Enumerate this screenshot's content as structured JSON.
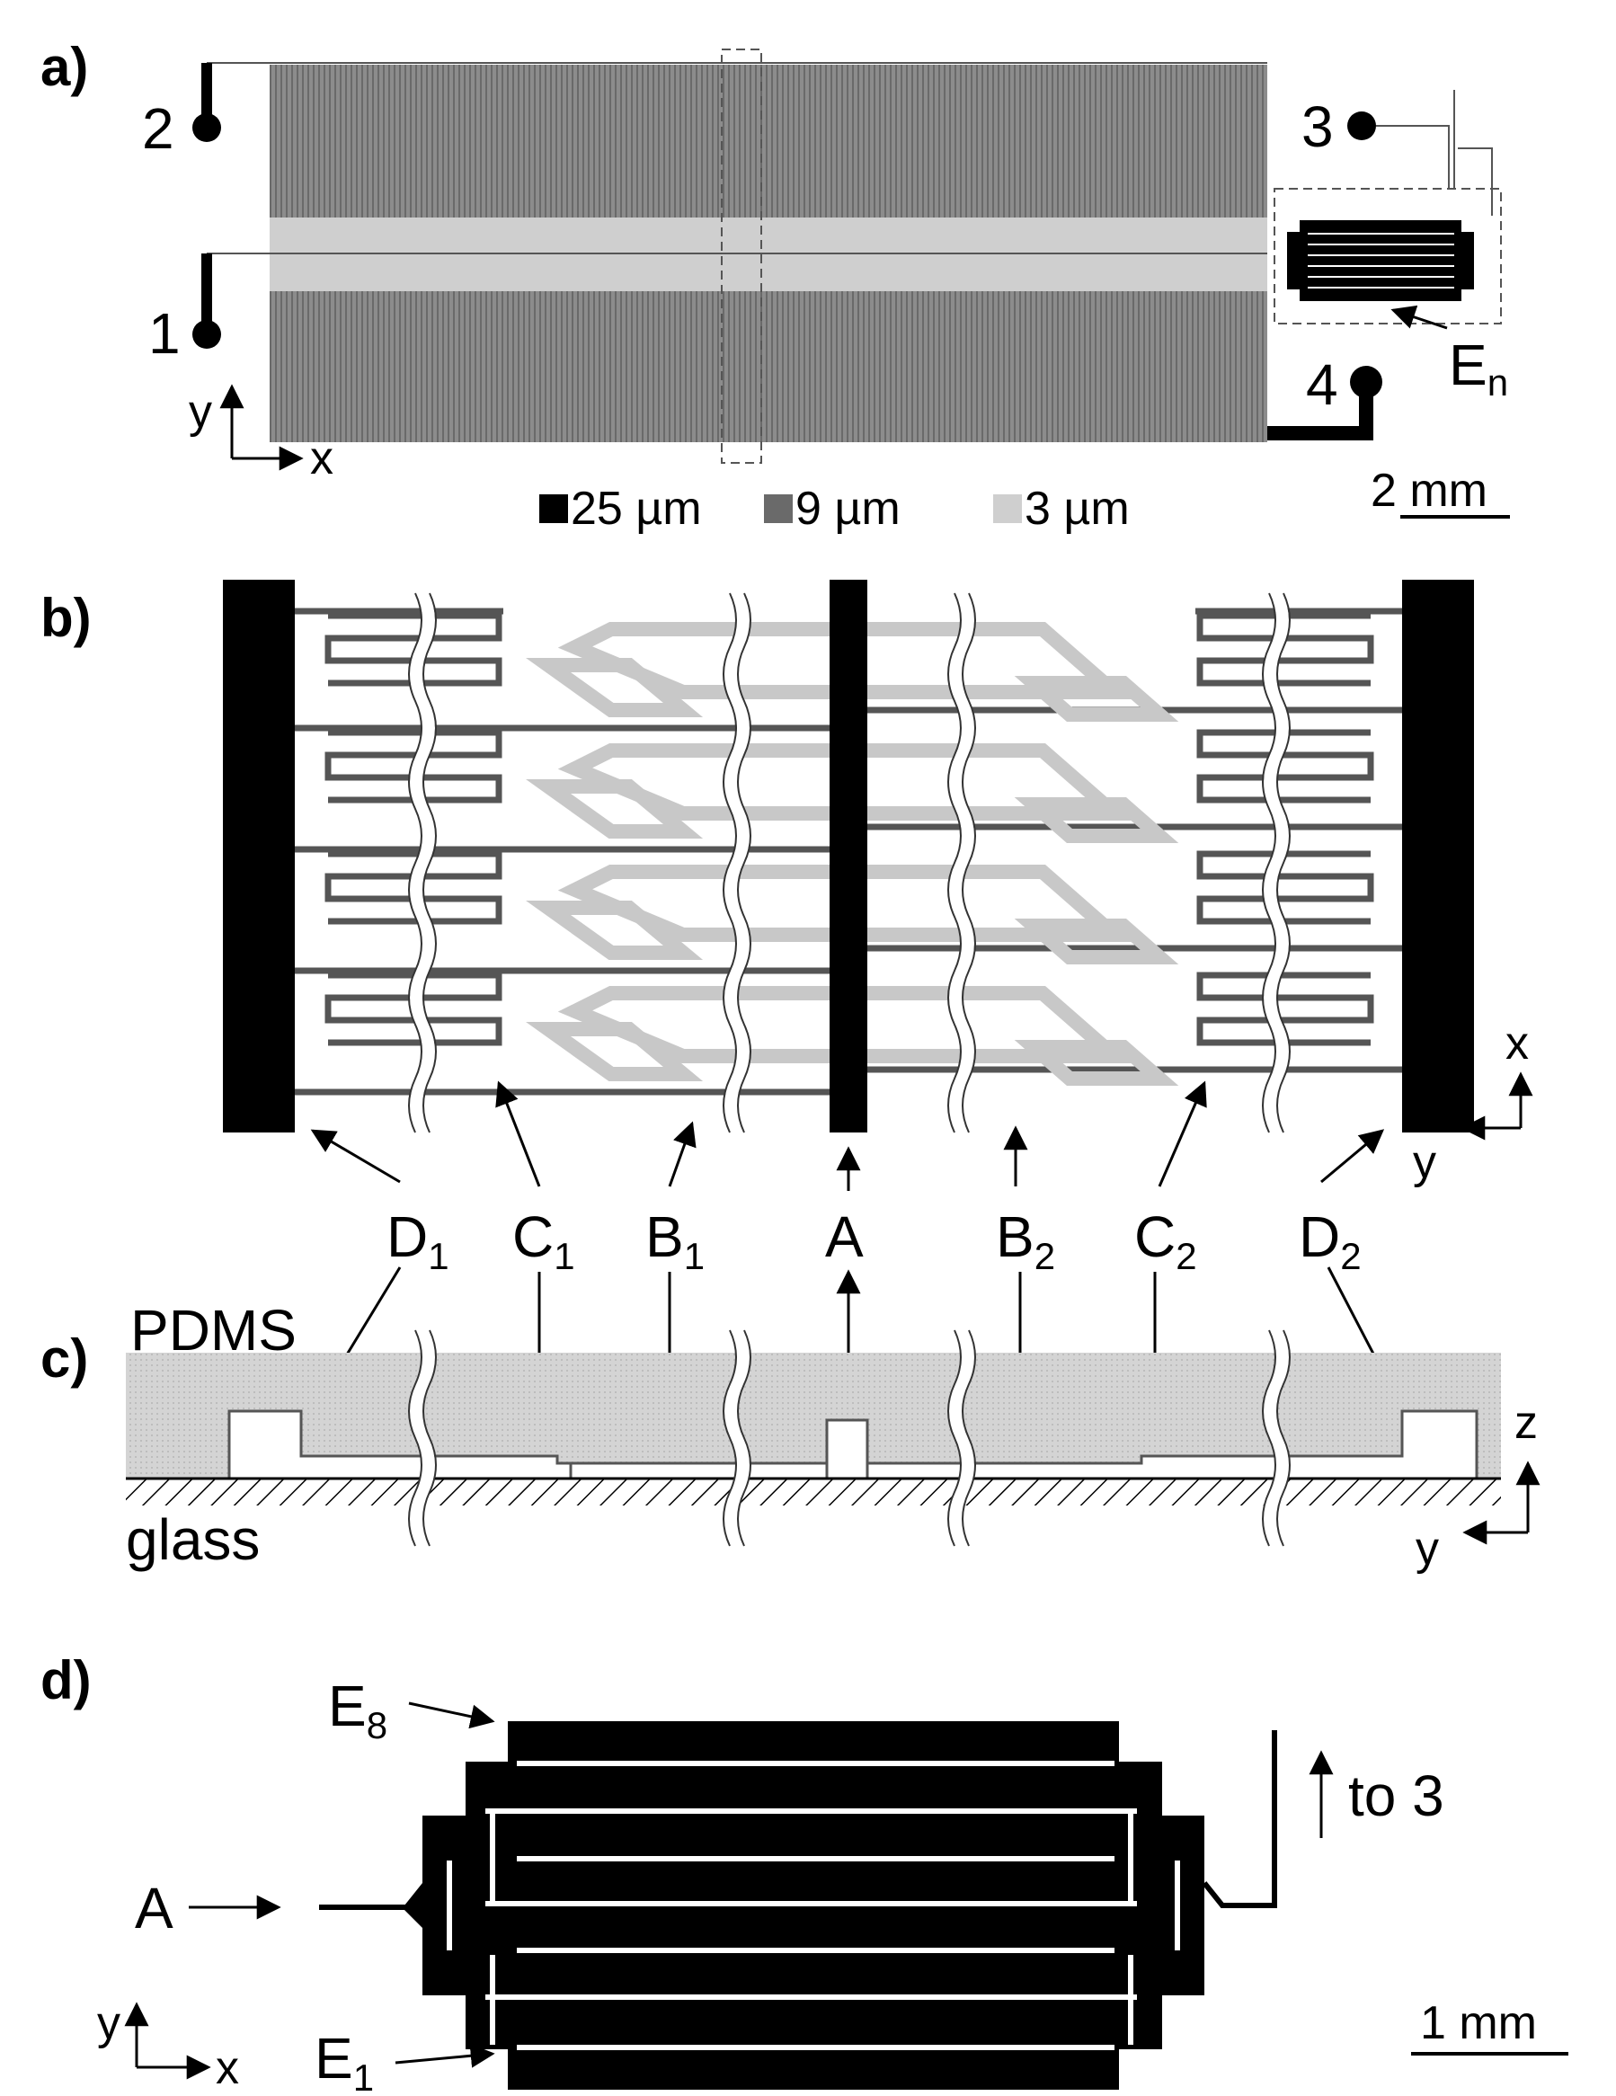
{
  "panels": {
    "a": "a)",
    "b": "b)",
    "c": "c)",
    "d": "d)"
  },
  "panel_a": {
    "ports": [
      "1",
      "2",
      "3",
      "4"
    ],
    "electrode_label": "E",
    "electrode_sub": "n",
    "legend": [
      {
        "label": "25 µm",
        "color": "#000000"
      },
      {
        "label": "9 µm",
        "color": "#6a6a6a"
      },
      {
        "label": "3 µm",
        "color": "#cfcfcf"
      }
    ],
    "scale": "2 mm",
    "axis_x": "x",
    "axis_y": "y"
  },
  "panel_b": {
    "labels": [
      {
        "main": "D",
        "sub": "1"
      },
      {
        "main": "C",
        "sub": "1"
      },
      {
        "main": "B",
        "sub": "1"
      },
      {
        "main": "A",
        "sub": ""
      },
      {
        "main": "B",
        "sub": "2"
      },
      {
        "main": "C",
        "sub": "2"
      },
      {
        "main": "D",
        "sub": "2"
      }
    ],
    "axis_x": "x",
    "axis_y": "y"
  },
  "panel_c": {
    "top_material": "PDMS",
    "bottom_material": "glass",
    "axis_z": "z",
    "axis_y": "y"
  },
  "panel_d": {
    "top_electrode": {
      "main": "E",
      "sub": "8"
    },
    "bottom_electrode": {
      "main": "E",
      "sub": "1"
    },
    "inlet": "A",
    "outlet": "to 3",
    "scale": "1 mm",
    "axis_x": "x",
    "axis_y": "y"
  },
  "colors": {
    "deep": "#000000",
    "mid": "#6a6a6a",
    "shallow": "#cfcfcf",
    "pdms": "#d4d4d4"
  }
}
